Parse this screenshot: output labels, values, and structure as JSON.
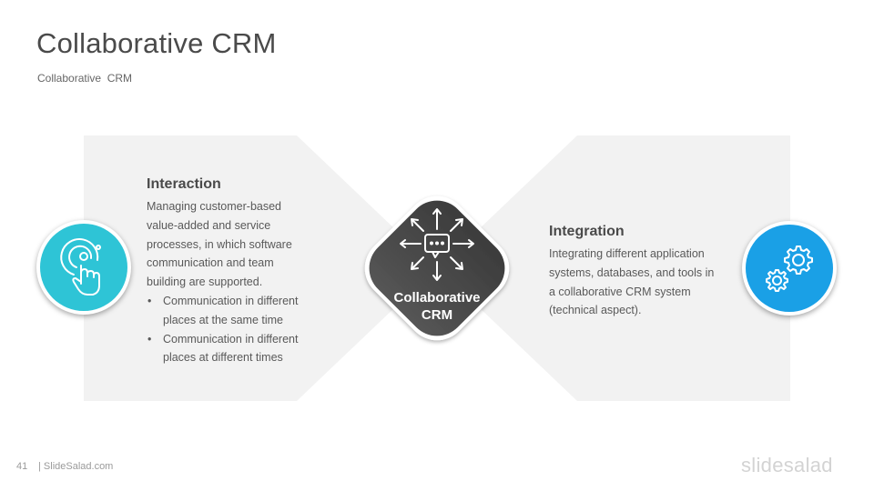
{
  "slide": {
    "title": "Collaborative CRM",
    "subtitle": "Collaborative  CRM"
  },
  "center": {
    "label_line1": "Collaborative",
    "label_line2": "CRM",
    "icon": "chat-arrows-icon",
    "color": "#4a4a4a"
  },
  "left_panel": {
    "title": "Interaction",
    "body": [
      "Managing  customer-based",
      "value-added  and  service",
      "processes, in which software",
      "communication  and team",
      "building  are supported."
    ],
    "bullets": [
      [
        "Communication  in different",
        "places at the same time"
      ],
      [
        "Communication  in different",
        "places at different  times"
      ]
    ],
    "icon": "touch-hand-icon",
    "accent": "#2ec4d6"
  },
  "right_panel": {
    "title": "Integration",
    "body": [
      "Integrating  different  application",
      "systems, databases,  and tools  in",
      "a collaborative  CRM system",
      "(technical aspect)."
    ],
    "icon": "gears-icon",
    "accent": "#1aa0e6"
  },
  "footer": {
    "page_number": "41",
    "site": "| SlideSalad.com",
    "brand": "slidesalad"
  }
}
